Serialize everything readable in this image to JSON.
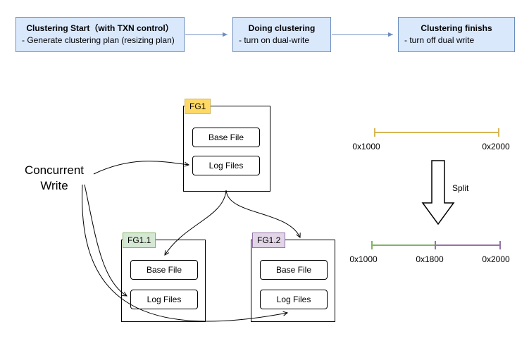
{
  "flow": {
    "steps": [
      {
        "title": "Clustering Start（with TXN control）",
        "subtitle": "- Generate clustering plan (resizing plan)"
      },
      {
        "title": "Doing clustering",
        "subtitle": "- turn on dual-write"
      },
      {
        "title": "Clustering finishs",
        "subtitle": "- turn off dual write"
      }
    ]
  },
  "diagram": {
    "concurrent_write_label": "Concurrent\nWrite",
    "groups": [
      {
        "label": "FG1",
        "files": [
          "Base File",
          "Log Files"
        ]
      },
      {
        "label": "FG1.1",
        "files": [
          "Base File",
          "Log Files"
        ]
      },
      {
        "label": "FG1.2",
        "files": [
          "Base File",
          "Log Files"
        ]
      }
    ]
  },
  "split": {
    "label": "Split",
    "top_range": {
      "start": "0x1000",
      "end": "0x2000"
    },
    "bottom_range": {
      "start": "0x1000",
      "mid": "0x1800",
      "end": "0x2000"
    }
  },
  "colors": {
    "flow_fill": "#dae8fc",
    "flow_border": "#6c8ebf",
    "fg1_fill": "#ffd966",
    "fg1_border": "#d6b656",
    "fg11_fill": "#d5e8d4",
    "fg11_border": "#82b366",
    "fg12_fill": "#e1d5e7",
    "fg12_border": "#9673a6",
    "range_top": "#d6b656",
    "range_green": "#82b366",
    "range_purple": "#9673a6"
  }
}
